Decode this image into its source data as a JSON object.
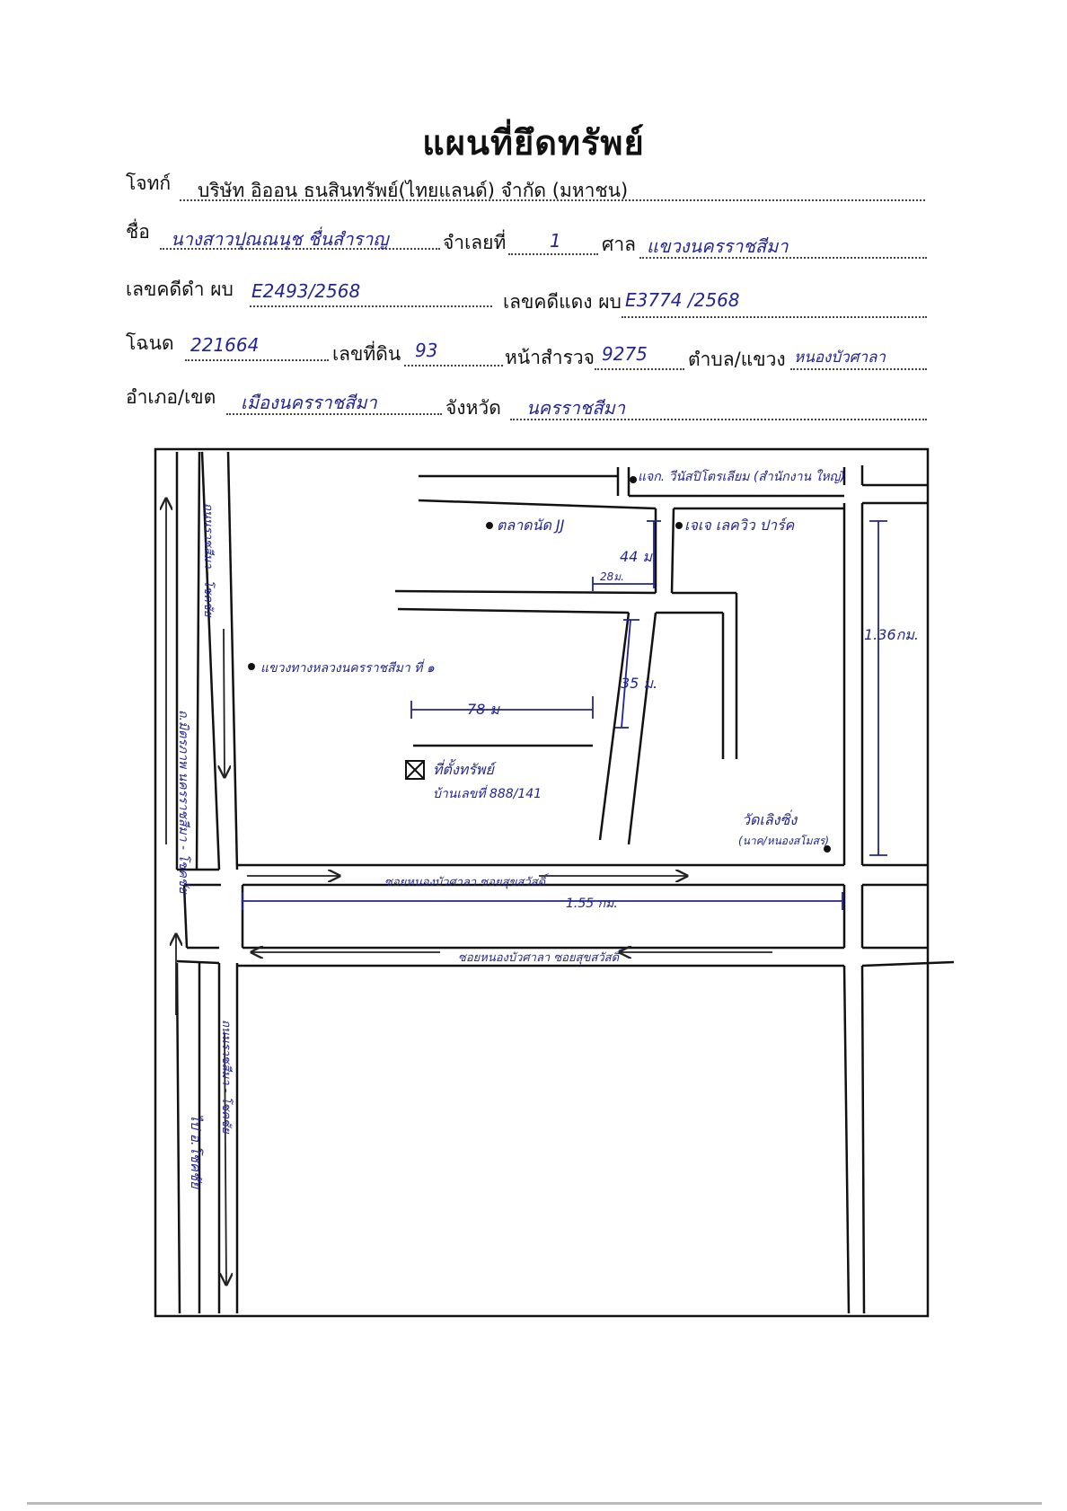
{
  "title": "แผนที่ยึดทรัพย์",
  "form": {
    "plaintiff_label": "โจทก์",
    "plaintiff_value": "บริษัท อิออน ธนสินทรัพย์(ไทยแลนด์) จำกัด (มหาชน)",
    "name_label": "ชื่อ",
    "name_value": "นางสาวปุณณนุช ชื่นสำราญ",
    "defendant_no_label": "จำเลยที่",
    "defendant_no_value": "1",
    "court_label": "ศาล",
    "court_value": "แขวงนครราชสีมา",
    "black_case_label": "เลขคดีดำ ผบ",
    "black_case_value": "E2493/2568",
    "red_case_label": "เลขคดีแดง ผบ",
    "red_case_value": "E3774 /2568",
    "deed_label": "โฉนด",
    "deed_value": "221664",
    "land_no_label": "เลขที่ดิน",
    "land_no_value": "93",
    "survey_page_label": "หน้าสำรวจ",
    "survey_page_value": "9275",
    "subdistrict_label": "ตำบล/แขวง",
    "subdistrict_value": "หนองบัวศาลา",
    "district_label": "อำเภอ/เขต",
    "district_value": "เมืองนครราชสีมา",
    "province_label": "จังหวัด",
    "province_value": "นครราชสีมา"
  },
  "map": {
    "road_left_main": "ถ.มิตรภาพ นครราชสีมา - โชคชัย",
    "road_left_upper": "ถนนราชสีมา - โชคชัย",
    "road_left_lower": "ถนนราชสีมา - โชคชัย",
    "road_left_lower2": "ไป อ.โชคชัย",
    "market": "ตลาดนัด JJ",
    "dealer": "แจก. วีนัสปิโตรเลียม (สำนักงาน ใหญ่)",
    "village": "เจเจ เลควิว ปาร์ค",
    "court_marker": "แขวงทางหลวงนครราชสีมา ที่ ๑",
    "dist_44": "44 ม.",
    "dist_28": "28ม.",
    "dist_35": "35 ม.",
    "dist_78": "78 ม",
    "dist_1360": "1.36กม.",
    "dist_155": "1.55 กม.",
    "property_label": "ที่ตั้งทรัพย์",
    "property_house": "บ้านเลขที่ 888/141",
    "temple": "วัดเลิงซิ่ง",
    "temple_sub": "(นาค/หนองสโมสร)",
    "soi_upper": "ซอยหนองบัวศาลา ซอยสุขสวัสดิ์",
    "soi_lower": "ซอยหนองบัวศาลา ซอยสุขสวัสดิ์"
  }
}
